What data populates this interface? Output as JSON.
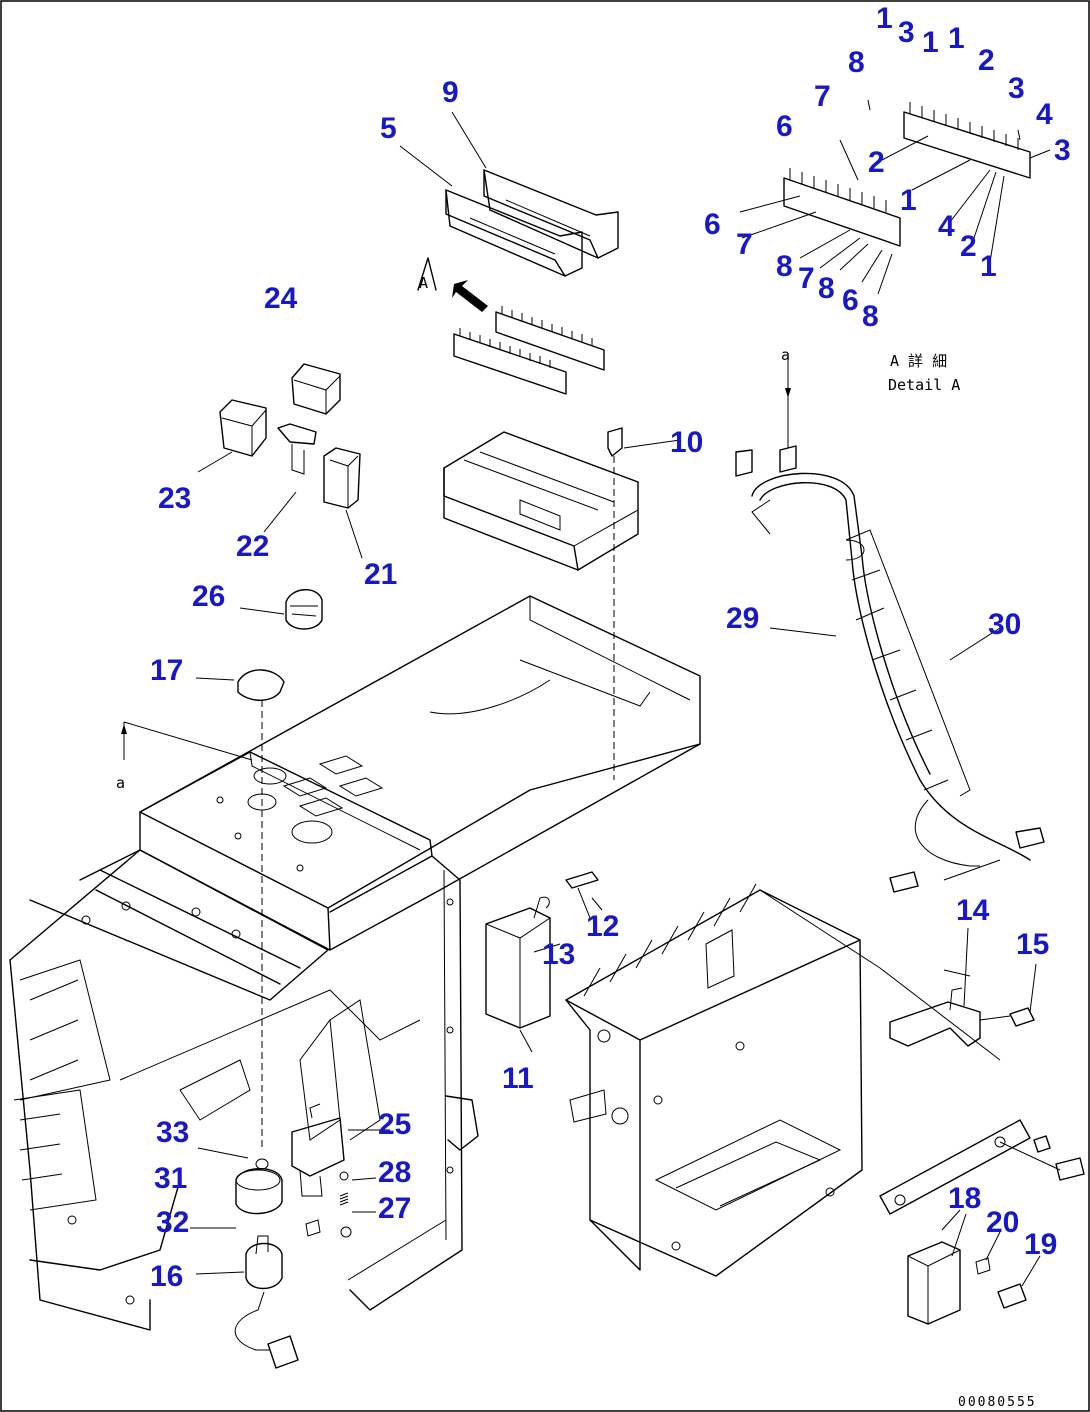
{
  "callouts": {
    "c1": "1",
    "c2": "2",
    "c3": "3",
    "c4": "4",
    "c5": "5",
    "c6": "6",
    "c7": "7",
    "c8": "8",
    "c9": "9",
    "c10": "10",
    "c11": "11",
    "c12": "12",
    "c13": "13",
    "c14": "14",
    "c15": "15",
    "c16": "16",
    "c17": "17",
    "c18": "18",
    "c19": "19",
    "c20": "20",
    "c21": "21",
    "c22": "22",
    "c23": "23",
    "c24": "24",
    "c25": "25",
    "c26": "26",
    "c27": "27",
    "c28": "28",
    "c29": "29",
    "c30": "30",
    "c31": "31",
    "c32": "32",
    "c33": "33"
  },
  "view_markers": {
    "a_lower": "a",
    "A_upper": "A"
  },
  "detail_note": {
    "line1": "A 詳 細",
    "line2": "Detail A"
  },
  "drawing_number": "00080555"
}
